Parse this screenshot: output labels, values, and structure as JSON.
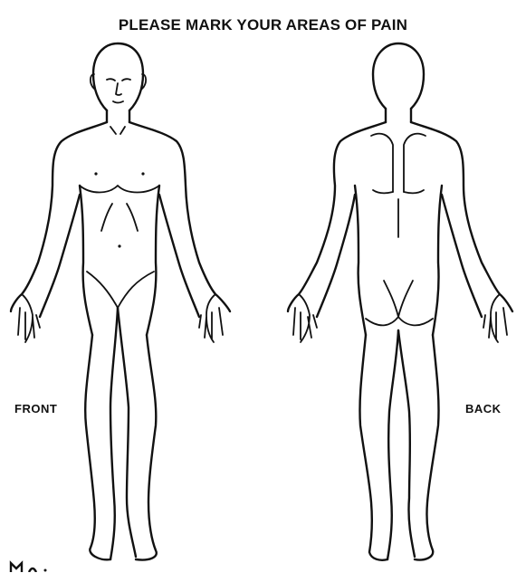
{
  "form": {
    "title": "PLEASE MARK YOUR AREAS OF PAIN",
    "front_label": "FRONT",
    "back_label": "BACK"
  },
  "figures": [
    {
      "name": "front-body-figure",
      "icon": "human-body-front-icon"
    },
    {
      "name": "back-body-figure",
      "icon": "human-body-back-icon"
    }
  ],
  "colors": {
    "ink": "#111111",
    "paper": "#ffffff"
  }
}
